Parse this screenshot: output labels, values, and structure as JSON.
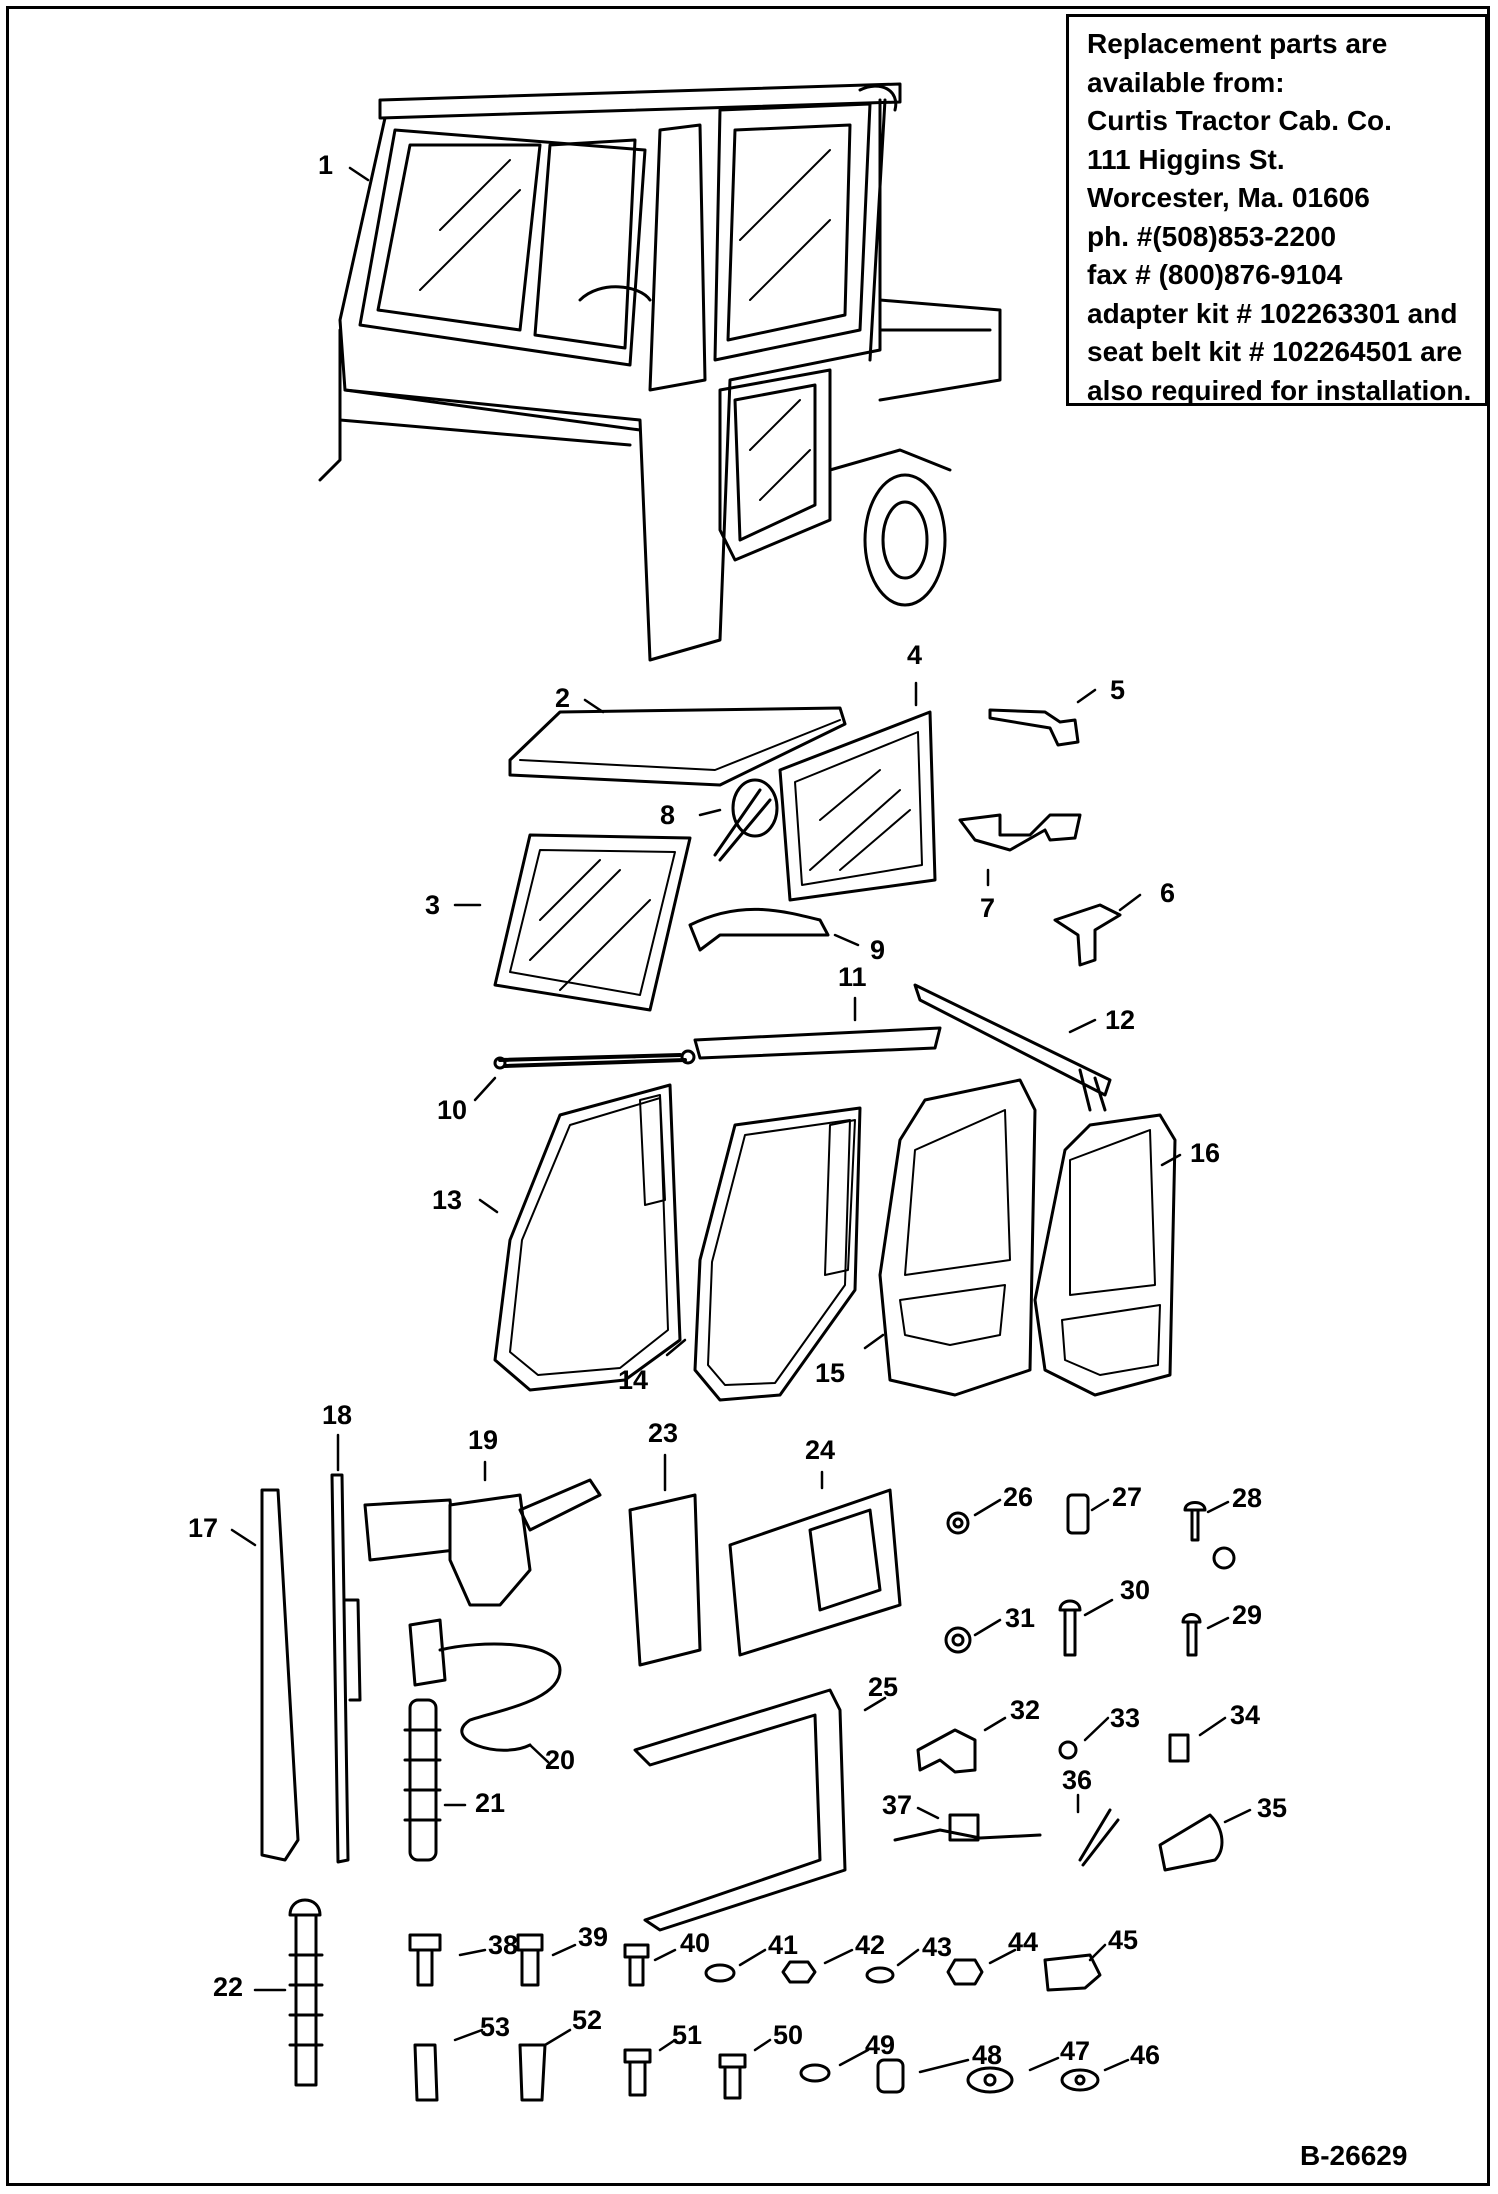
{
  "info_box": {
    "lines": [
      "Replacement parts are",
      "available from:",
      "Curtis Tractor Cab. Co.",
      "111 Higgins St.",
      "Worcester, Ma. 01606",
      "ph. #(508)853-2200",
      "fax # (800)876-9104",
      "adapter kit # 102263301 and",
      "seat belt kit # 102264501 are",
      "also required for installation."
    ]
  },
  "reference_number": "B-26629",
  "callouts": [
    "1",
    "2",
    "3",
    "4",
    "5",
    "6",
    "7",
    "8",
    "9",
    "10",
    "11",
    "12",
    "13",
    "14",
    "15",
    "16",
    "17",
    "18",
    "19",
    "20",
    "21",
    "22",
    "23",
    "24",
    "25",
    "26",
    "27",
    "28",
    "29",
    "30",
    "31",
    "32",
    "33",
    "34",
    "35",
    "36",
    "37",
    "38",
    "39",
    "40",
    "41",
    "42",
    "43",
    "44",
    "45",
    "46",
    "47",
    "48",
    "49",
    "50",
    "51",
    "52",
    "53"
  ]
}
